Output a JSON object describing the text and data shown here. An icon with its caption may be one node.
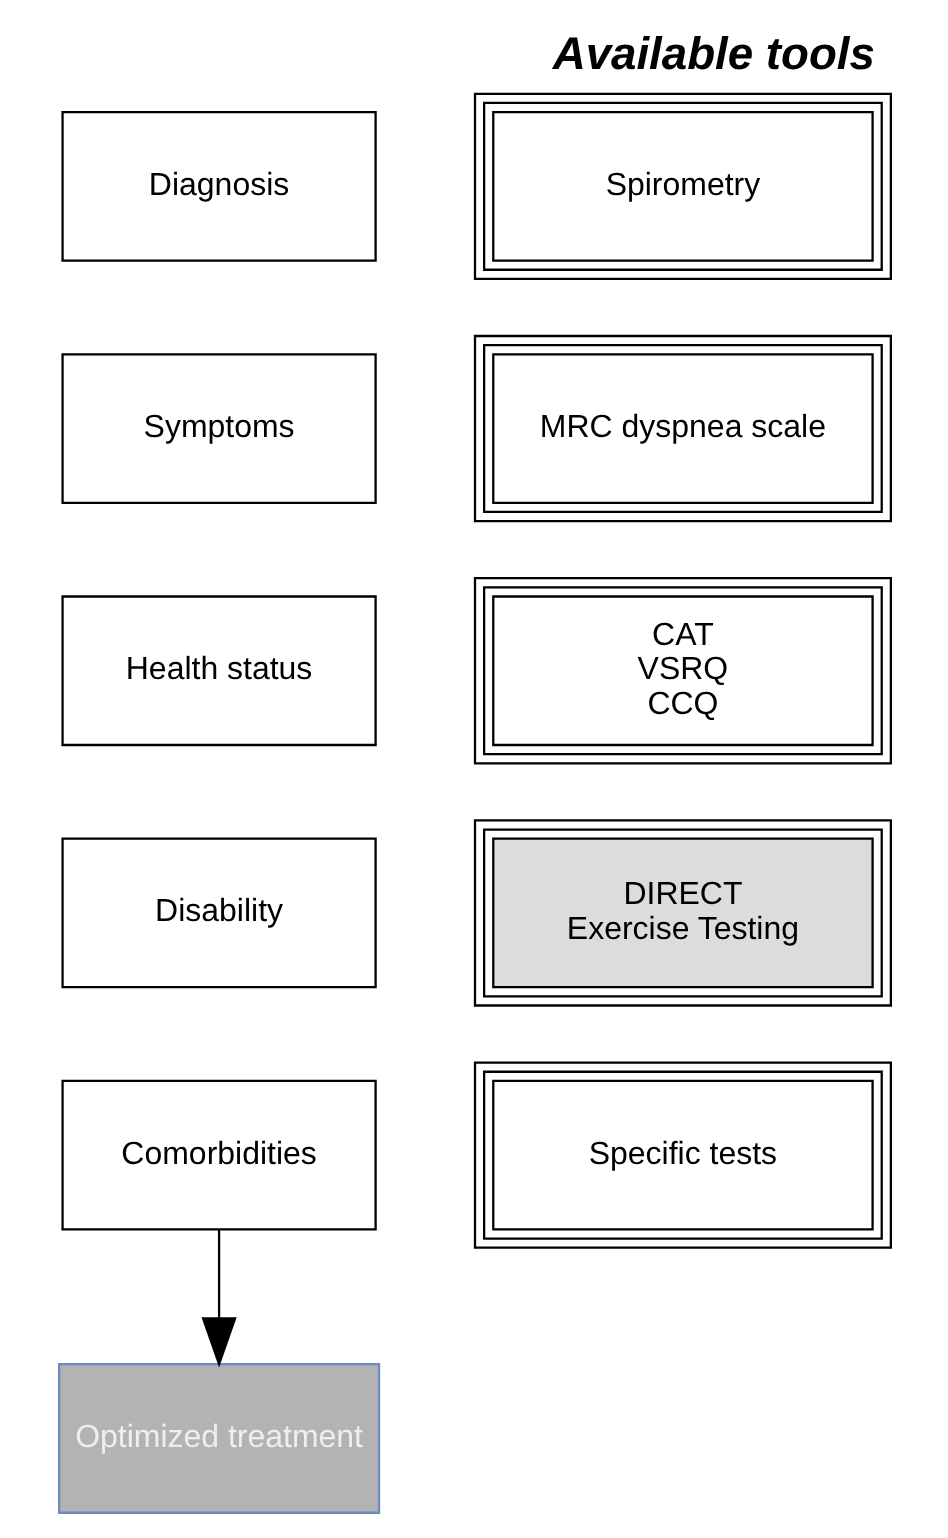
{
  "diagram": {
    "title": "Available tools",
    "nodes": [
      {
        "text": [
          "Diagnosis"
        ]
      },
      {
        "text": [
          "Symptoms"
        ]
      },
      {
        "text": [
          "Health status"
        ]
      },
      {
        "text": [
          "Disability"
        ]
      },
      {
        "text": [
          "Comorbidities"
        ]
      },
      {
        "text": [
          "Spirometry"
        ]
      },
      {
        "text": [
          "MRC dyspnea scale"
        ]
      },
      {
        "text": [
          "CAT",
          "VSRQ",
          "CCQ"
        ]
      },
      {
        "text": [
          "DIRECT",
          "Exercise Testing"
        ]
      },
      {
        "text": [
          "Specific tests"
        ]
      },
      {
        "text": [
          "Optimized treatment"
        ]
      }
    ],
    "edges": [
      {
        "from": 4,
        "to": 10,
        "arrow": "to"
      }
    ]
  }
}
